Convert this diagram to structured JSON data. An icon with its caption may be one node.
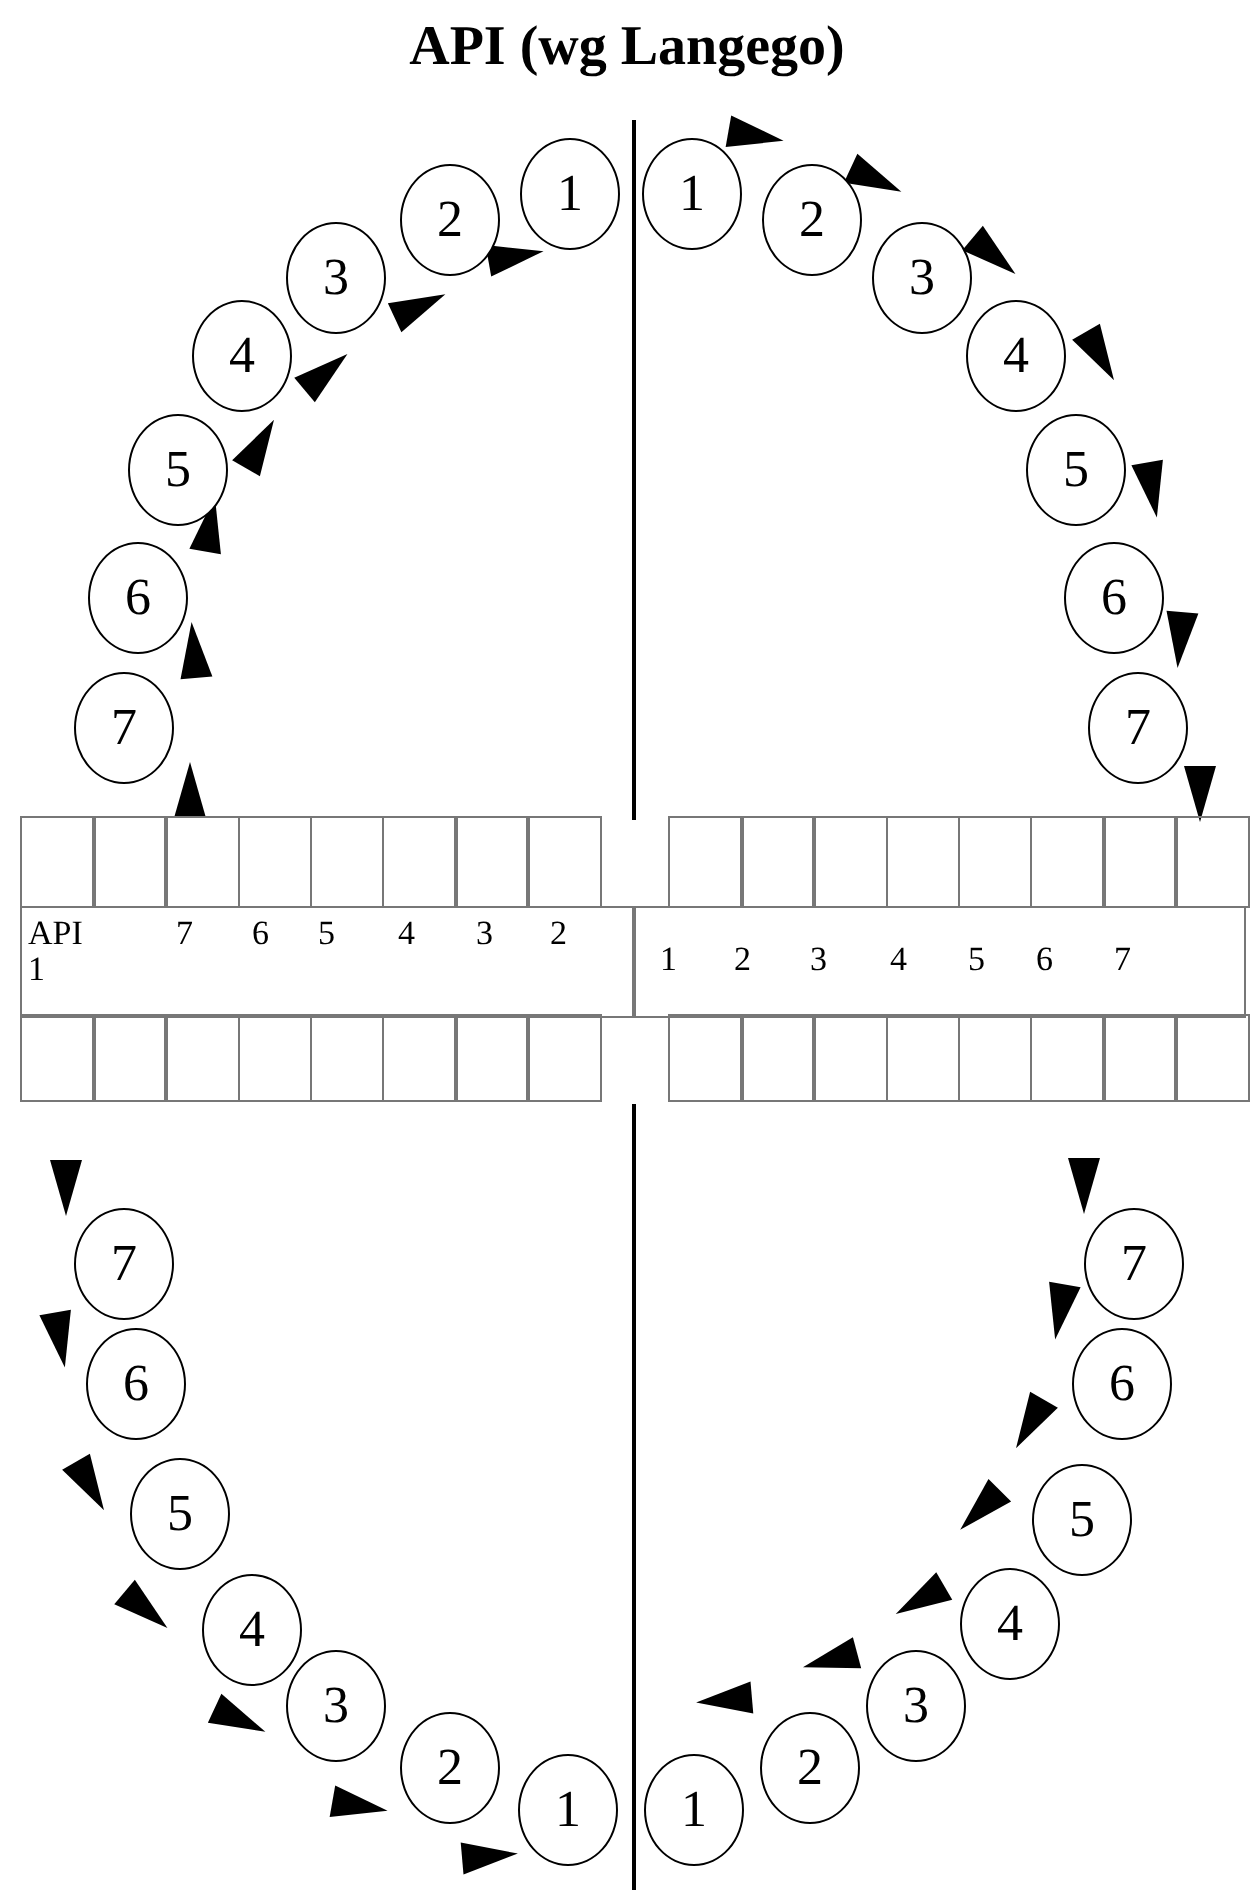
{
  "diagram": {
    "title": "API (wg Langego)",
    "nodes": [
      {
        "text": [
          "1"
        ]
      },
      {
        "text": [
          "2"
        ]
      },
      {
        "text": [
          "3"
        ]
      },
      {
        "text": [
          "4"
        ]
      },
      {
        "text": [
          "5"
        ]
      },
      {
        "text": [
          "6"
        ]
      },
      {
        "text": [
          "7"
        ]
      },
      {
        "text": [
          "1"
        ]
      },
      {
        "text": [
          "2"
        ]
      },
      {
        "text": [
          "3"
        ]
      },
      {
        "text": [
          "4"
        ]
      },
      {
        "text": [
          "5"
        ]
      },
      {
        "text": [
          "6"
        ]
      },
      {
        "text": [
          "7"
        ]
      },
      {
        "text": [
          "7"
        ]
      },
      {
        "text": [
          "6"
        ]
      },
      {
        "text": [
          "5"
        ]
      },
      {
        "text": [
          "4"
        ]
      },
      {
        "text": [
          "3"
        ]
      },
      {
        "text": [
          "2"
        ]
      },
      {
        "text": [
          "1"
        ]
      },
      {
        "text": [
          "7"
        ]
      },
      {
        "text": [
          "6"
        ]
      },
      {
        "text": [
          "5"
        ]
      },
      {
        "text": [
          "4"
        ]
      },
      {
        "text": [
          "3"
        ]
      },
      {
        "text": [
          "2"
        ]
      },
      {
        "text": [
          "1"
        ]
      }
    ],
    "edges": [],
    "labels": [
      "API",
      "7",
      "6",
      "5",
      "4",
      "3",
      "2",
      "1",
      "1",
      "2",
      "3",
      "4",
      "5",
      "6",
      "7"
    ]
  }
}
